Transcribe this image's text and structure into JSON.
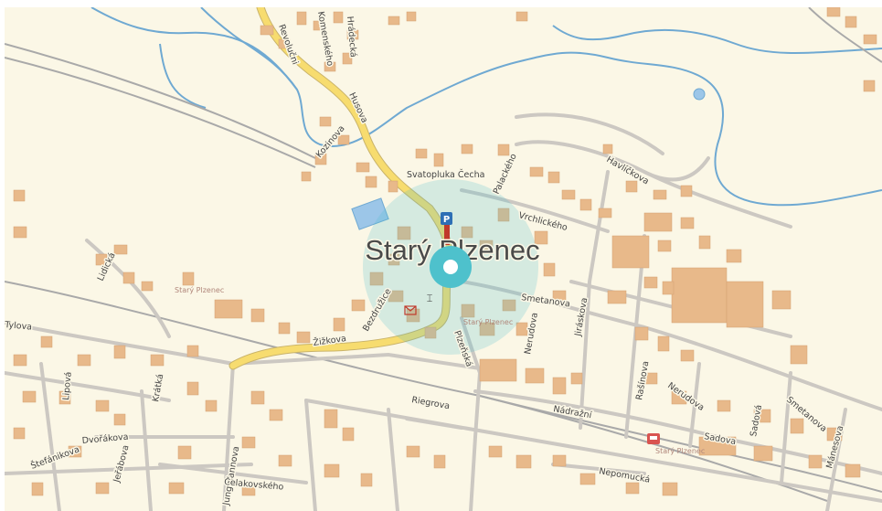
{
  "map": {
    "town_label": "Starý Plzenec",
    "colors": {
      "background": "#fbf7e6",
      "building": "#e8b98a",
      "road": "#ccc8c2",
      "main_road": "#f7dc6f",
      "water": "#6fa9d2",
      "railway": "#a9a9a9",
      "location_marker": "#4ec1cc",
      "parking_sign": "#2e6fb5",
      "poi_red": "#c0392b"
    },
    "street_labels": [
      "Revolučni",
      "Komenského",
      "Hrádecká",
      "Husova",
      "Kozinova",
      "Svatopluka Čecha",
      "Palackého",
      "Havlíčkova",
      "Vrchlického",
      "Lidická",
      "Smetanova",
      "Jiráskova",
      "Nerudova",
      "Rašínova",
      "Žižkova",
      "Bezdružice",
      "Plzeňská",
      "Nádražní",
      "Riegrova",
      "Dvořákova",
      "Jeřábova",
      "Lipová",
      "Krátká",
      "Štefánikova",
      "Jungmannova",
      "Čelakovského",
      "Nepomucká",
      "Sadová",
      "Smetanova",
      "Nerudova",
      "Tylova",
      "Sadova",
      "Mánesova"
    ],
    "poi_labels": [
      "Starý Plzenec",
      "Starý Plzenec",
      "Starý Plzenec"
    ],
    "icons": [
      "parking-icon",
      "location-marker-icon",
      "monument-icon",
      "post-icon",
      "railway-station-icon"
    ]
  }
}
